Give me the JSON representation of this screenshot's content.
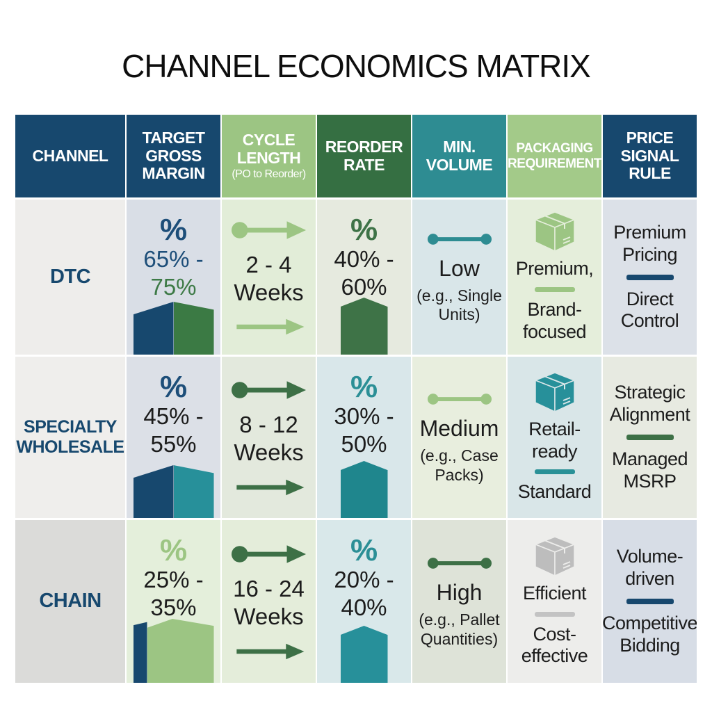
{
  "title": "CHANNEL ECONOMICS MATRIX",
  "colors": {
    "navy": "#17486e",
    "dark_green": "#3d7046",
    "light_green": "#9cc583",
    "teal": "#2e8c92",
    "header_packaging_green": "#a3ca89",
    "gray_icon": "#bdbdbd",
    "text_dark": "#1c1c1c"
  },
  "table": {
    "headers": [
      {
        "label": "CHANNEL"
      },
      {
        "label": "TARGET GROSS MARGIN"
      },
      {
        "label": "CYCLE LENGTH",
        "sub": "(PO to Reorder)"
      },
      {
        "label": "REORDER RATE"
      },
      {
        "label": "MIN. VOLUME"
      },
      {
        "label": "PACKAGING REQUIREMENT"
      },
      {
        "label": "PRICE SIGNAL RULE"
      }
    ],
    "rows": [
      {
        "channel": "DTC",
        "margin": {
          "symbol": "%",
          "line1": "65% -",
          "line2": "75%",
          "shape": "cube-3d-navy-green"
        },
        "cycle": {
          "line1": "2 - 4",
          "line2": "Weeks",
          "icon_top": "dot-arrow-icon",
          "icon_bottom": "arrow-right-icon"
        },
        "reorder": {
          "symbol": "%",
          "line1": "40% -",
          "line2": "60%",
          "shape": "pentagon-dark-green"
        },
        "volume": {
          "level": "Low",
          "example": "(e.g., Single Units)",
          "icon": "dumbbell-icon"
        },
        "packaging": {
          "top": "Premium,",
          "bottom": "Brand-focused",
          "icon": "package-box-icon"
        },
        "price": {
          "top": "Premium Pricing",
          "bottom": "Direct Control"
        }
      },
      {
        "channel": "SPECIALTY WHOLESALE",
        "margin": {
          "symbol": "%",
          "line1": "45% -",
          "line2": "55%",
          "shape": "cube-3d-navy-teal"
        },
        "cycle": {
          "line1": "8 - 12",
          "line2": "Weeks",
          "icon_top": "dot-arrow-icon",
          "icon_bottom": "arrow-right-icon"
        },
        "reorder": {
          "symbol": "%",
          "line1": "30% -",
          "line2": "50%",
          "shape": "pentagon-teal"
        },
        "volume": {
          "level": "Medium",
          "example": "(e.g., Case Packs)",
          "icon": "dumbbell-icon"
        },
        "packaging": {
          "top": "Retail-ready",
          "bottom": "Standard",
          "icon": "package-box-icon"
        },
        "price": {
          "top": "Strategic Alignment",
          "bottom": "Managed MSRP"
        }
      },
      {
        "channel": "CHAIN",
        "margin": {
          "symbol": "%",
          "line1": "25% -",
          "line2": "35%",
          "shape": "bar-pentagon-navy-light-green"
        },
        "cycle": {
          "line1": "16 - 24",
          "line2": "Weeks",
          "icon_top": "dot-arrow-icon",
          "icon_bottom": "arrow-right-icon"
        },
        "reorder": {
          "symbol": "%",
          "line1": "20% -",
          "line2": "40%",
          "shape": "pentagon-teal"
        },
        "volume": {
          "level": "High",
          "example": "(e.g., Pallet Quantities)",
          "icon": "dumbbell-icon"
        },
        "packaging": {
          "top": "Efficient",
          "bottom": "Cost-effective",
          "icon": "package-box-icon"
        },
        "price": {
          "top": "Volume-driven",
          "bottom": "Competitive Bidding"
        }
      }
    ]
  },
  "chart_data": {
    "type": "table",
    "title": "CHANNEL ECONOMICS MATRIX",
    "columns": [
      "CHANNEL",
      "TARGET GROSS MARGIN",
      "CYCLE LENGTH (PO to Reorder)",
      "REORDER RATE",
      "MIN. VOLUME",
      "PACKAGING REQUIREMENT",
      "PRICE SIGNAL RULE"
    ],
    "rows": [
      [
        "DTC",
        "65% - 75%",
        "2 - 4 Weeks",
        "40% - 60%",
        "Low (e.g., Single Units)",
        "Premium, Brand-focused",
        "Premium Pricing / Direct Control"
      ],
      [
        "SPECIALTY WHOLESALE",
        "45% - 55%",
        "8 - 12 Weeks",
        "30% - 50%",
        "Medium (e.g., Case Packs)",
        "Retail-ready / Standard",
        "Strategic Alignment / Managed MSRP"
      ],
      [
        "CHAIN",
        "25% - 35%",
        "16 - 24 Weeks",
        "20% - 40%",
        "High (e.g., Pallet Quantities)",
        "Efficient / Cost-effective",
        "Volume-driven / Competitive Bidding"
      ]
    ]
  }
}
